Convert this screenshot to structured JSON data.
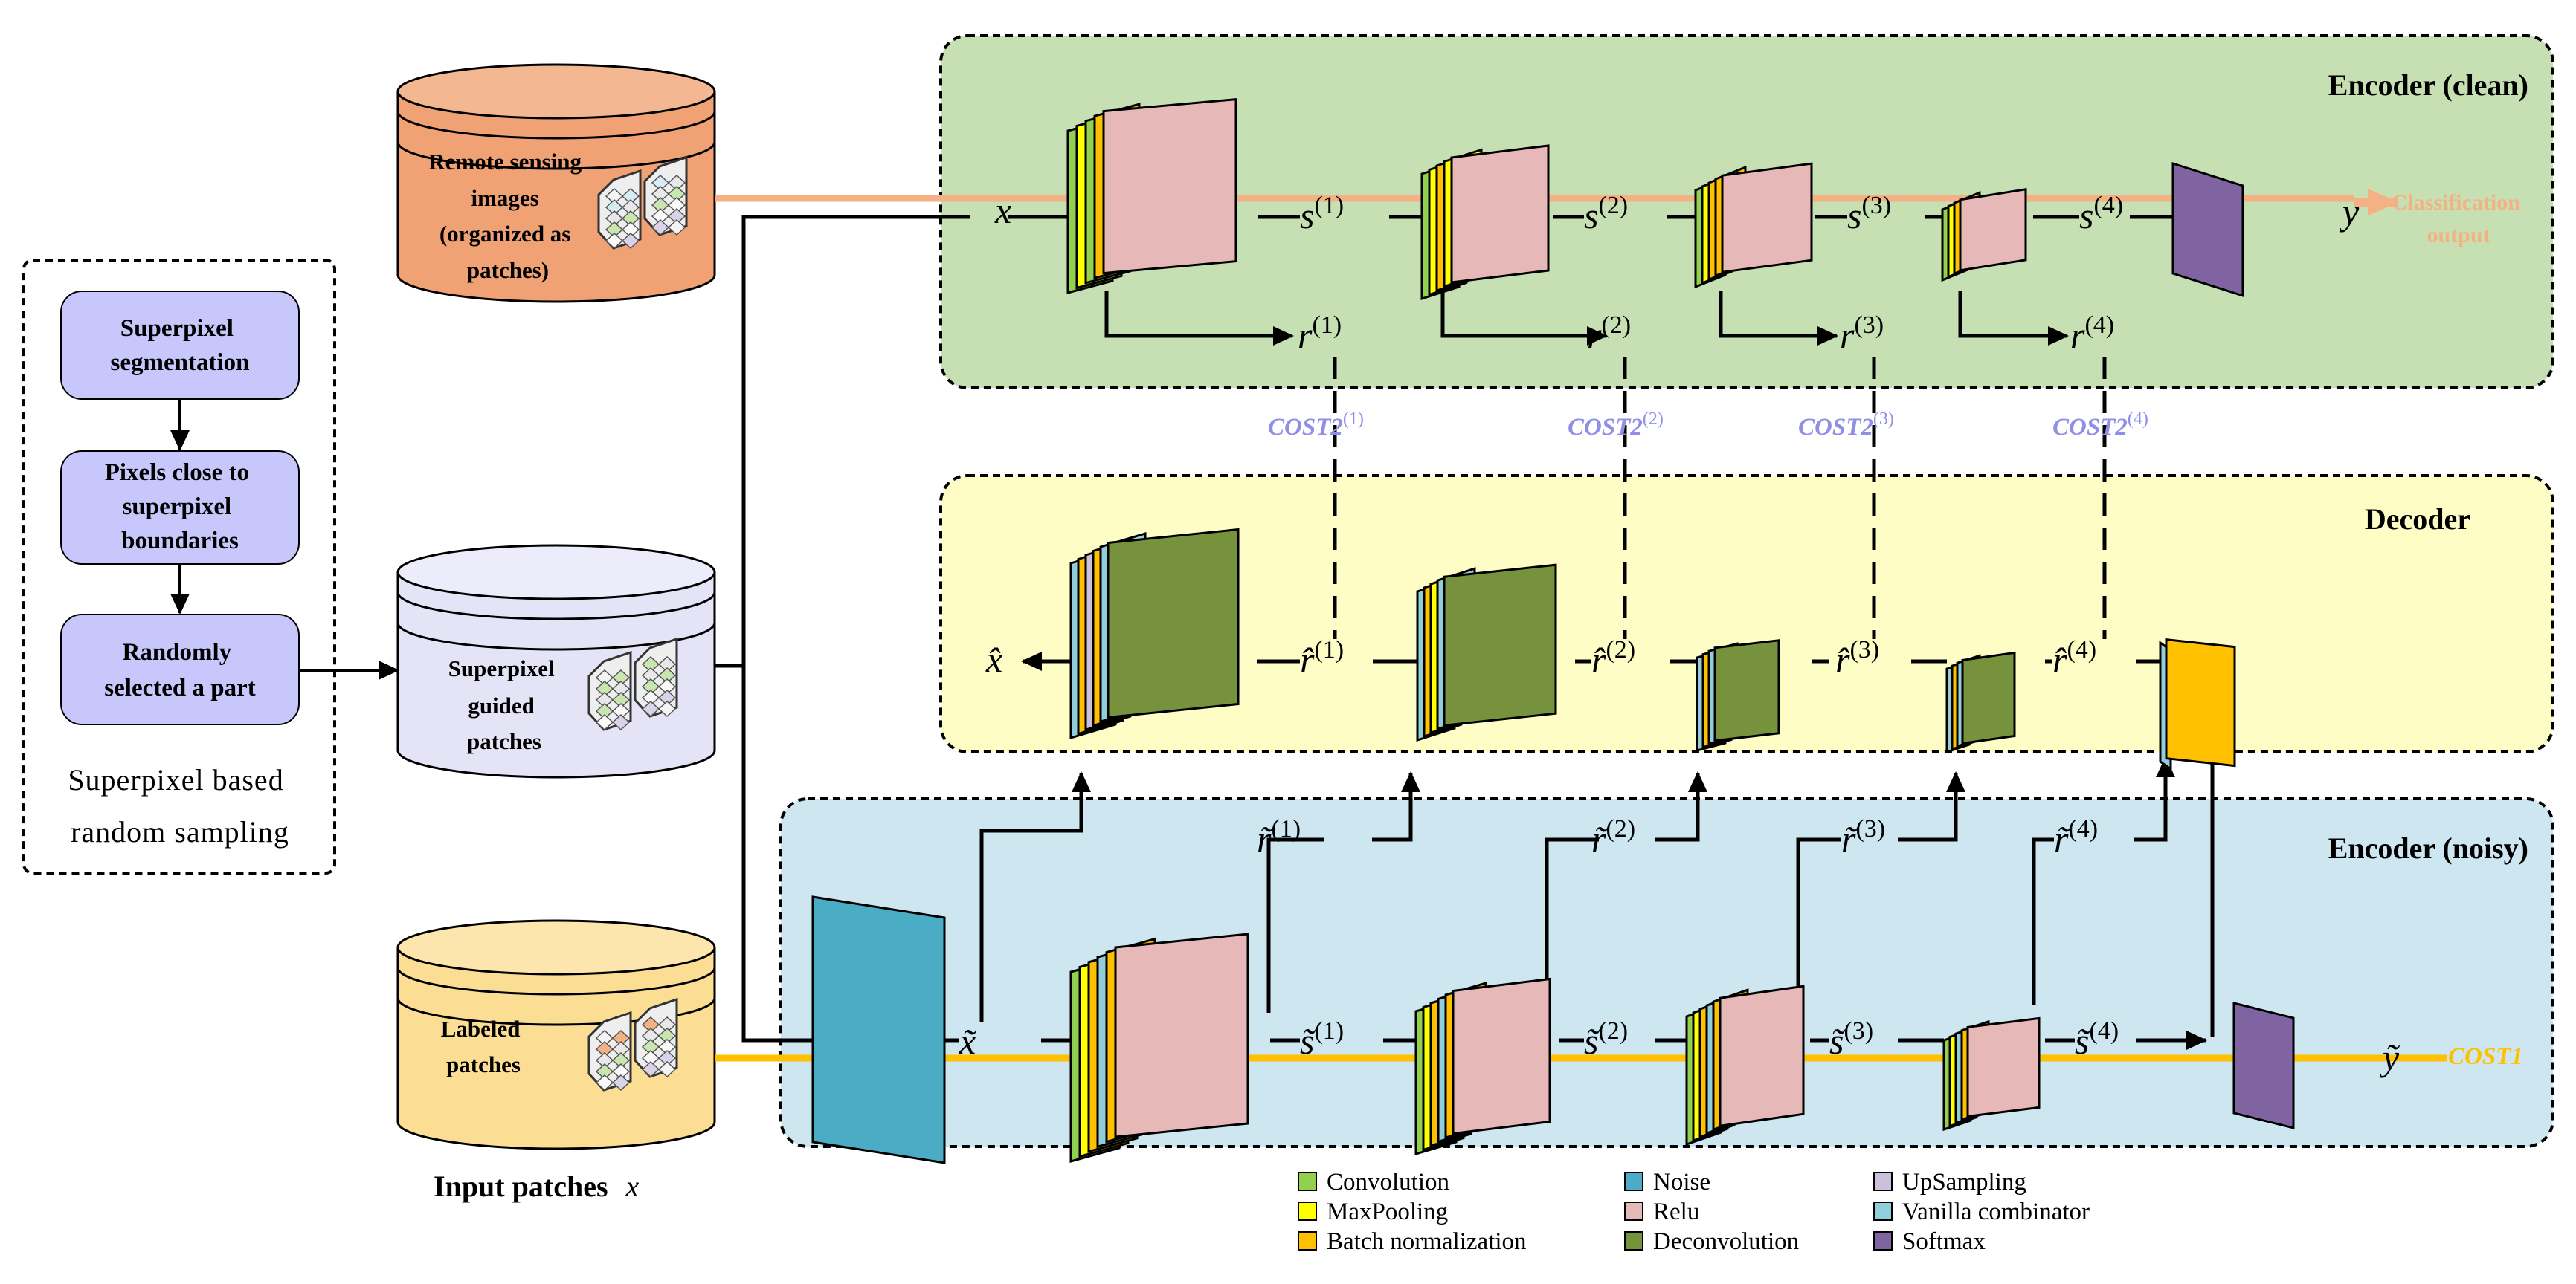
{
  "left_panel": {
    "steps": [
      {
        "lines": [
          "Superpixel",
          "segmentation"
        ]
      },
      {
        "lines": [
          "Pixels close to",
          "superpixel",
          "boundaries"
        ]
      },
      {
        "lines": [
          "Randomly",
          "selected a part"
        ]
      }
    ],
    "caption_lines": [
      "Superpixel based",
      "random sampling"
    ]
  },
  "databases": [
    {
      "lines": [
        "Remote sensing",
        "images",
        "(organized as",
        "patches)"
      ],
      "color": "#f0a275"
    },
    {
      "lines": [
        "Superpixel",
        "guided",
        "patches"
      ],
      "color": "#e4e4f6"
    },
    {
      "lines": [
        "Labeled",
        "patches"
      ],
      "color": "#fbdd94"
    }
  ],
  "input_caption": {
    "text": "Input patches",
    "var": "x"
  },
  "panels": {
    "clean": {
      "title": "Encoder (clean)",
      "color": "#c6e0b4"
    },
    "decoder": {
      "title": "Decoder",
      "color": "#fdfdc5"
    },
    "noisy": {
      "title": "Encoder (noisy)",
      "color": "#cde6f0"
    }
  },
  "clean": {
    "input": "x",
    "s_base": "s",
    "sups": [
      "(1)",
      "(2)",
      "(3)",
      "(4)"
    ],
    "r_base": "r",
    "output": "y",
    "output_label": [
      "Classification",
      "output"
    ]
  },
  "costs": {
    "base": "COST2",
    "sups": [
      "(1)",
      "(2)",
      "(3)",
      "(4)"
    ],
    "cost1": "COST1"
  },
  "decoder": {
    "output": "x̂",
    "r_base": "r̂",
    "sups": [
      "(1)",
      "(2)",
      "(3)",
      "(4)"
    ]
  },
  "noisy": {
    "input": "x̃",
    "s_base": "s̃",
    "r_base": "r̃",
    "sups": [
      "(1)",
      "(2)",
      "(3)",
      "(4)"
    ],
    "output": "ỹ"
  },
  "legend": {
    "items": [
      {
        "label": "Convolution",
        "color": "#92d050"
      },
      {
        "label": "MaxPooling",
        "color": "#ffff00"
      },
      {
        "label": "Batch normalization",
        "color": "#ffc000"
      },
      {
        "label": "Noise",
        "color": "#4bacc6"
      },
      {
        "label": "Relu",
        "color": "#e6b8b7"
      },
      {
        "label": "Deconvolution",
        "color": "#76923c"
      },
      {
        "label": "UpSampling",
        "color": "#ccc0da"
      },
      {
        "label": "Vanilla combinator",
        "color": "#92cddc"
      },
      {
        "label": "Softmax",
        "color": "#8064a2"
      }
    ]
  },
  "colors": {
    "orange_flow": "#f4b183",
    "yellow_flow": "#ffc000",
    "cost_text": "#8f8fe8",
    "panel_border": "#000000"
  }
}
